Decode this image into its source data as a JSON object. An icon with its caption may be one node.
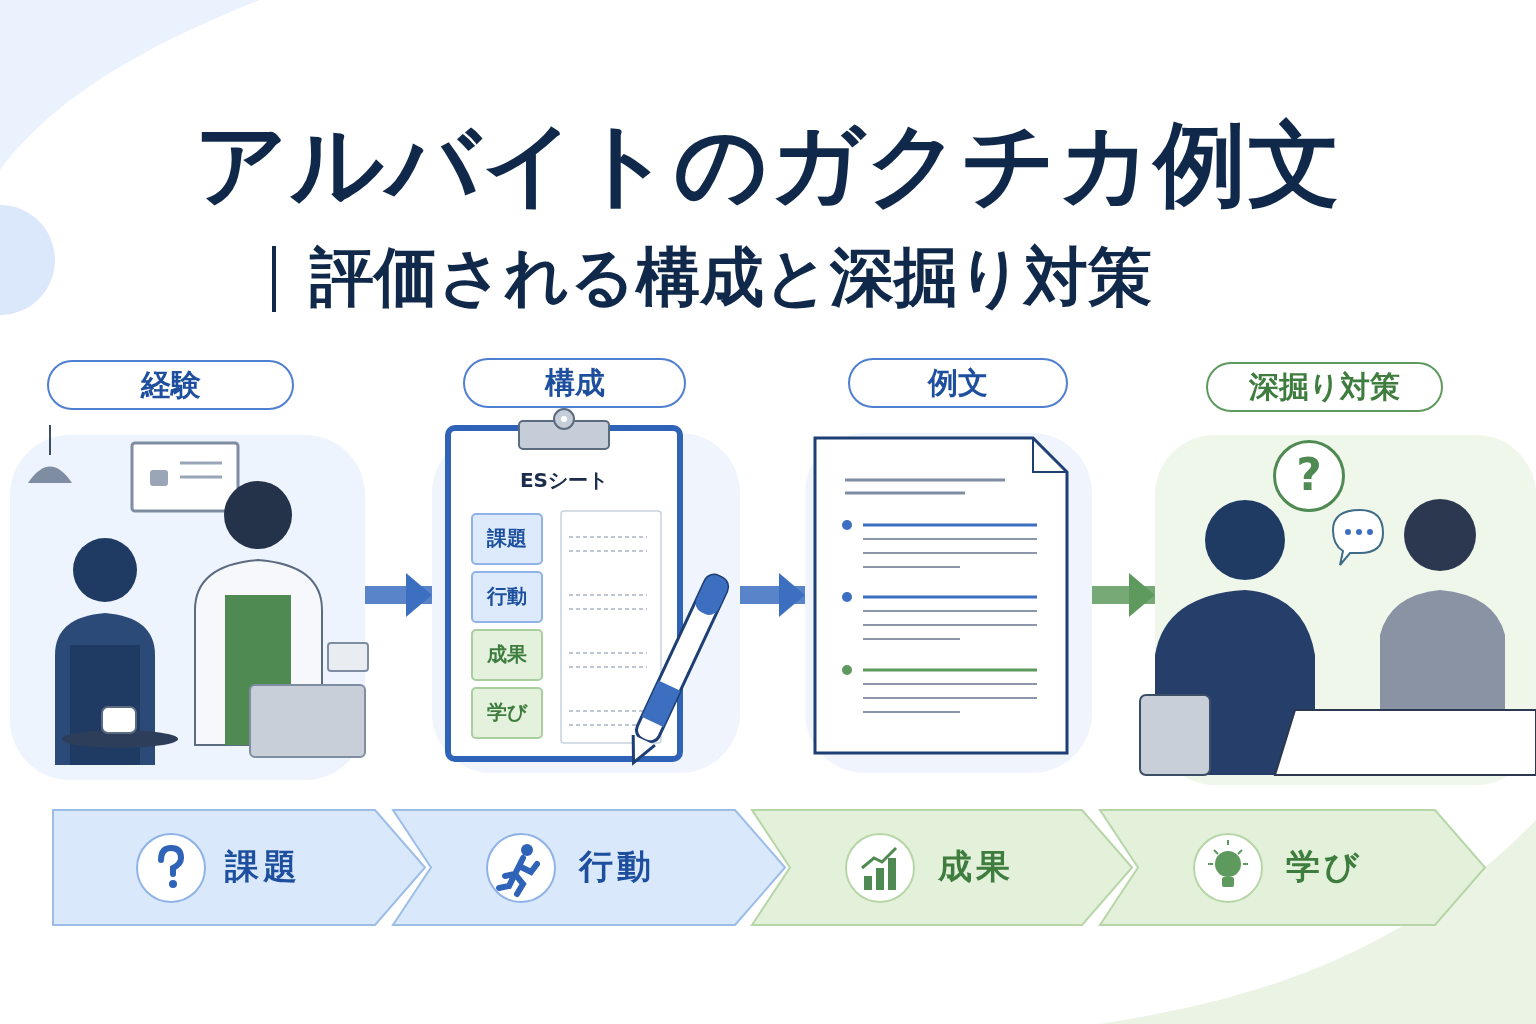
{
  "diagram": {
    "title": "アルバイトのガクチカ例文",
    "nodes": [
      {
        "text": [
          "経験"
        ]
      },
      {
        "text": [
          "構成"
        ]
      },
      {
        "text": [
          "ESシート"
        ],
        "in": 1
      },
      {
        "text": [
          "課題"
        ],
        "in": 2
      },
      {
        "text": [
          "行動"
        ],
        "in": 2
      },
      {
        "text": [
          "成果"
        ],
        "in": 2
      },
      {
        "text": [
          "学び"
        ],
        "in": 2
      },
      {
        "text": [
          "例文"
        ]
      },
      {
        "text": [
          "深掘り対策"
        ]
      },
      {
        "text": [
          "?"
        ],
        "in": 8
      },
      {
        "text": [
          "課題"
        ]
      },
      {
        "text": [
          "行動"
        ]
      },
      {
        "text": [
          "成果"
        ]
      },
      {
        "text": [
          "学び"
        ]
      }
    ],
    "edges": [
      {
        "from": 0,
        "to": 1,
        "arrow": "to"
      },
      {
        "from": 1,
        "to": 7,
        "arrow": "to"
      },
      {
        "from": 7,
        "to": 8,
        "arrow": "to",
        "color": "#5e9a5e"
      }
    ],
    "labels": [
      "評価される構成と深掘り対策"
    ]
  }
}
